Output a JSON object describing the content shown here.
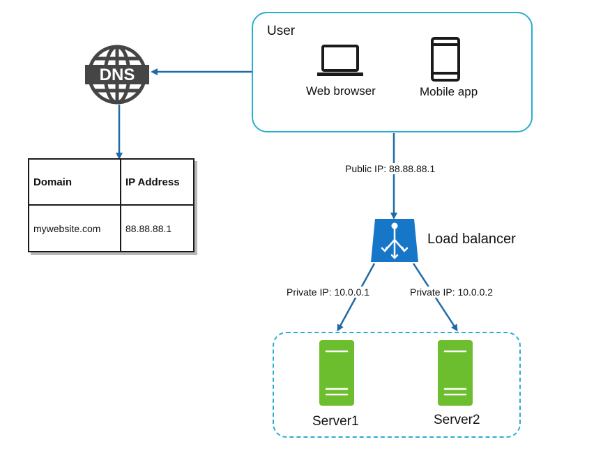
{
  "user": {
    "title": "User",
    "web_browser_label": "Web browser",
    "mobile_app_label": "Mobile app"
  },
  "dns": {
    "icon_text": "DNS",
    "table": {
      "headers": [
        "Domain",
        "IP Address"
      ],
      "rows": [
        [
          "mywebsite.com",
          "88.88.88.1"
        ]
      ]
    }
  },
  "edges": {
    "public_ip": "Public IP: 88.88.88.1",
    "private_ip_1": "Private IP: 10.0.0.1",
    "private_ip_2": "Private IP: 10.0.0.2"
  },
  "load_balancer": {
    "label": "Load balancer"
  },
  "servers": [
    {
      "name": "Server1"
    },
    {
      "name": "Server2"
    }
  ],
  "colors": {
    "arrow": "#1f6aa6",
    "box_border": "#2aaed0",
    "load_balancer": "#1677c9",
    "server": "#6cbe2f",
    "dns_icon": "#454545"
  },
  "icons": [
    "dns-globe-icon",
    "laptop-icon",
    "mobile-phone-icon",
    "load-balancer-icon",
    "server-icon"
  ]
}
